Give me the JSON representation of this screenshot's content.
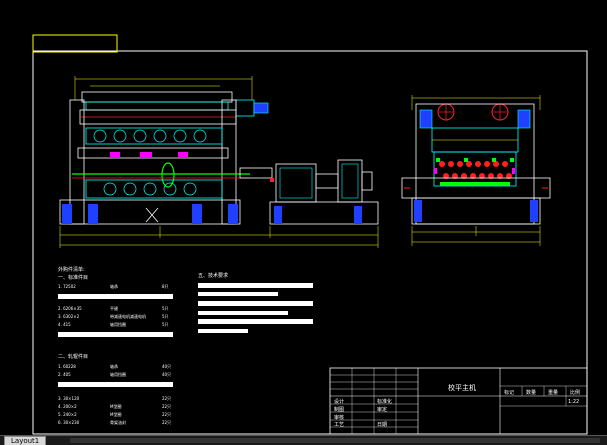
{
  "notes": {
    "left_heading": "外购件清单:",
    "section1_title": "一、标准件目",
    "section1_items": [
      {
        "code": "1. 72502",
        "name": "轴承",
        "qty": "8只"
      },
      {
        "code": "2. 6206×35",
        "name": "平键",
        "qty": "5只"
      },
      {
        "code": "3. 6302×2",
        "name": "带减速电机减速电机",
        "qty": "5只"
      },
      {
        "code": "4. 415",
        "name": "轴用挡圈",
        "qty": "5只"
      }
    ],
    "section2_title": "二、轧辊件目",
    "section2_items": [
      {
        "code": "1. 60228",
        "name": "轴承",
        "qty": "40只"
      },
      {
        "code": "2. 405",
        "name": "轴用挡圈",
        "qty": "40只"
      },
      {
        "code": "3. 30×120",
        "name": "",
        "qty": "22只"
      },
      {
        "code": "4. 200×2",
        "name": "M型圈",
        "qty": "22只"
      },
      {
        "code": "5. 240×2",
        "name": "M型圈",
        "qty": "22只"
      },
      {
        "code": "6. 30×230",
        "name": "骨架油封",
        "qty": "22只"
      }
    ],
    "right_heading": "五、技术要求"
  },
  "title_block": {
    "drawing_name": "校平主机",
    "headers": [
      "标记",
      "数量",
      "重量",
      "比例"
    ],
    "scale": "1:22",
    "rows": [
      [
        "设计",
        "标准化"
      ],
      [
        "制图",
        "审定"
      ],
      [
        "审核",
        ""
      ],
      [
        "工艺",
        "日期"
      ]
    ]
  },
  "tabs": {
    "active": "Layout1"
  },
  "colors": {
    "background": "#000000",
    "frame": "#ffffff",
    "machine": "#00ffff",
    "accent": "#ffff00",
    "red": "#ff2020",
    "green": "#00ff00",
    "blue": "#2040ff",
    "magenta": "#ff00ff"
  }
}
